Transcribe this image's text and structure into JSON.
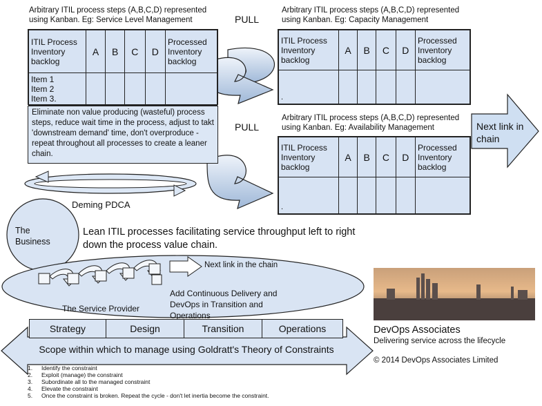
{
  "boards": [
    {
      "caption": "Arbitrary ITIL process steps (A,B,C,D) represented using Kanban. Eg: Service Level Management",
      "backlog": "ITIL Process Inventory backlog",
      "steps": [
        "A",
        "B",
        "C",
        "D"
      ],
      "processed": "Processed Inventory backlog",
      "items": [
        "Item 1",
        "Item 2",
        "Item 3."
      ]
    },
    {
      "caption": "Arbitrary ITIL process steps (A,B,C,D) represented using Kanban. Eg: Capacity Management",
      "backlog": "ITIL Process Inventory backlog",
      "steps": [
        "A",
        "B",
        "C",
        "D"
      ],
      "processed": "Processed Inventory backlog",
      "items_text": "."
    },
    {
      "caption": "Arbitrary ITIL process steps (A,B,C,D) represented using Kanban. Eg: Availability  Management",
      "backlog": "ITIL Process Inventory backlog",
      "steps": [
        "A",
        "B",
        "C",
        "D"
      ],
      "processed": "Processed Inventory backlog",
      "items_text": "."
    }
  ],
  "lean_note": "Eliminate non value producing (wasteful) process steps, reduce wait time in the process, adjust to takt 'downstream demand' time, don't overproduce - repeat throughout all processes to create a leaner chain.",
  "pull_label": "PULL",
  "next_link": "Next link in chain",
  "deming": "Deming PDCA",
  "business": "The Business",
  "lean_title": "Lean ITIL processes facilitating service throughput left to right down the process value chain.",
  "next_link_chain": "Next link in the chain",
  "continuous": "Add Continuous Delivery and DevOps in Transition and Operations",
  "service_provider": "The Service Provider",
  "phases": [
    "Strategy",
    "Design",
    "Transition",
    "Operations"
  ],
  "scope": "Scope within which to manage using Goldratt's Theory of Constraints",
  "constraint_steps": [
    {
      "n": "1.",
      "text": "Identify the constraint"
    },
    {
      "n": "2.",
      "text": "Exploit (manage) the constraint"
    },
    {
      "n": "3.",
      "text": "Subordinate all to the managed constraint"
    },
    {
      "n": "4.",
      "text": "Elevate the constraint"
    },
    {
      "n": "5.",
      "text": "Once the constraint is broken. Repeat the cycle - don't let inertia become the constraint."
    }
  ],
  "company": "DevOps Associates",
  "tagline": "Delivering service across the lifecycle",
  "copyright": "© 2014 DevOps Associates Limited",
  "colors": {
    "panel": "#d7e3f3",
    "accent": "#c9daf0",
    "outline": "#222222"
  }
}
